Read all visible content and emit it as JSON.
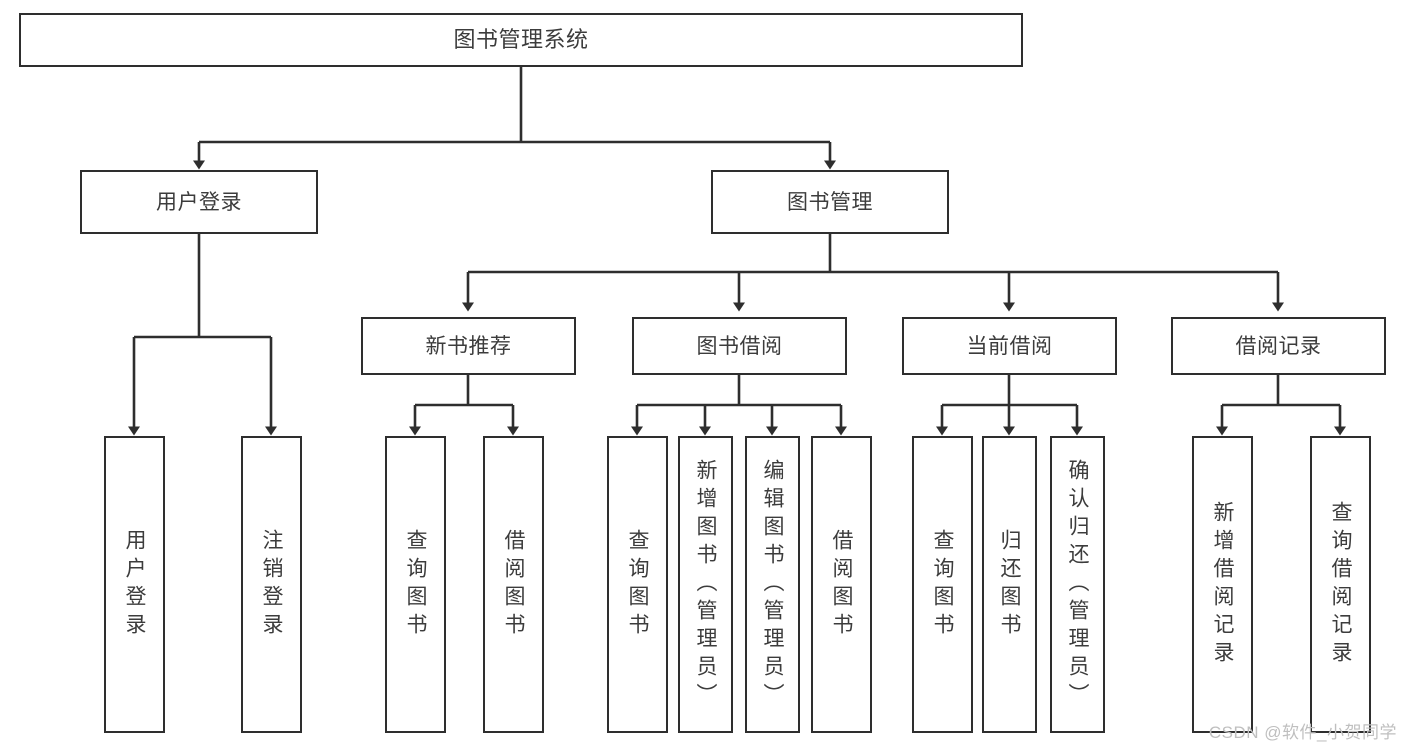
{
  "diagram": {
    "title": "图书管理系统",
    "type": "tree",
    "watermark": "CSDN @软件_小贺同学",
    "colors": {
      "box_border": "#2e2e2e",
      "box_fill": "#ffffff",
      "text": "#3c3c3c",
      "wire": "#2e2e2e",
      "watermark": "#bfbfbf",
      "background": "#ffffff"
    },
    "root": {
      "label": "图书管理系统"
    },
    "level2": [
      {
        "label": "用户登录"
      },
      {
        "label": "图书管理"
      }
    ],
    "level3": [
      {
        "label": "新书推荐"
      },
      {
        "label": "图书借阅"
      },
      {
        "label": "当前借阅"
      },
      {
        "label": "借阅记录"
      }
    ],
    "leaves": {
      "user_login": [
        {
          "label": "用户登录"
        },
        {
          "label": "注销登录"
        }
      ],
      "new_book_recommend": [
        {
          "label": "查询图书"
        },
        {
          "label": "借阅图书"
        }
      ],
      "book_borrow": [
        {
          "label": "查询图书"
        },
        {
          "label": "新增图书（管理员）"
        },
        {
          "label": "编辑图书（管理员）"
        },
        {
          "label": "借阅图书"
        }
      ],
      "current_borrow": [
        {
          "label": "查询图书"
        },
        {
          "label": "归还图书"
        },
        {
          "label": "确认归还（管理员）"
        }
      ],
      "borrow_record": [
        {
          "label": "新增借阅记录"
        },
        {
          "label": "查询借阅记录"
        }
      ]
    }
  }
}
